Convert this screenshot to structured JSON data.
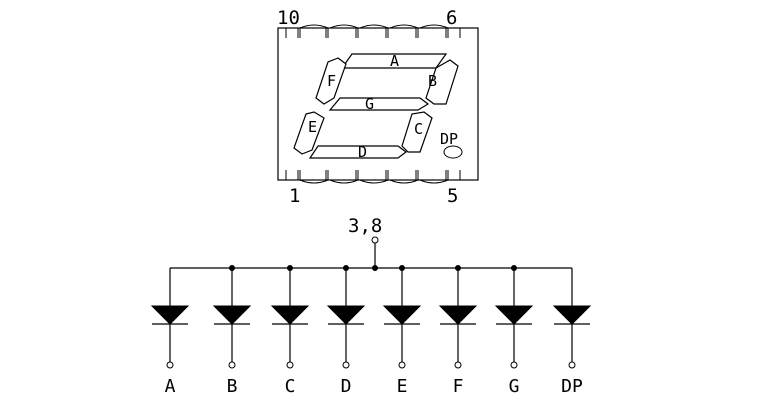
{
  "display": {
    "pins": {
      "top_left": "10",
      "top_right": "6",
      "bottom_left": "1",
      "bottom_right": "5"
    },
    "segments": [
      "A",
      "B",
      "C",
      "D",
      "E",
      "F",
      "G"
    ],
    "dp_label": "DP"
  },
  "schematic": {
    "common_label": "3,8",
    "outputs": [
      "A",
      "B",
      "C",
      "D",
      "E",
      "F",
      "G",
      "DP"
    ]
  }
}
